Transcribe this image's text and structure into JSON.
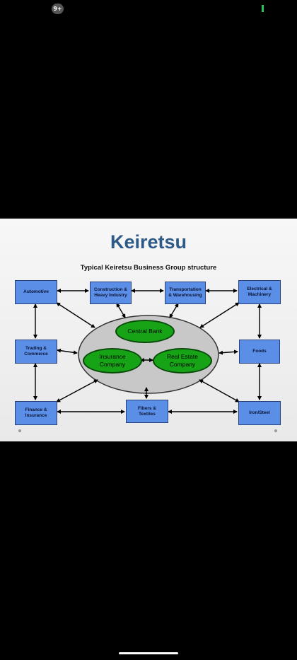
{
  "status_bar": {
    "notification_badge": "9+"
  },
  "slide": {
    "title": "Keiretsu",
    "subtitle": "Typical Keiretsu Business Group structure",
    "companies": {
      "automotive": "Automotive",
      "construction": "Construction &\nHeavy Industry",
      "transportation": "Transportation\n& Warehousing",
      "electrical": "Electrical &\nMachinery",
      "trading": "Trading &\nCommerce",
      "foods": "Foods",
      "finance": "Finance &\nInsurance",
      "fibers": "Fibers &\nTextiles",
      "iron": "Iron/Steel"
    },
    "core": {
      "central_bank": "Central Bank",
      "insurance": "Insurance\nCompany",
      "real_estate": "Real Estate\nCompany"
    }
  },
  "colors": {
    "title": "#2e5a88",
    "node_fill": "#5b8ee6",
    "core_fill": "#17a316",
    "ellipse_fill": "#c8c8c8"
  }
}
